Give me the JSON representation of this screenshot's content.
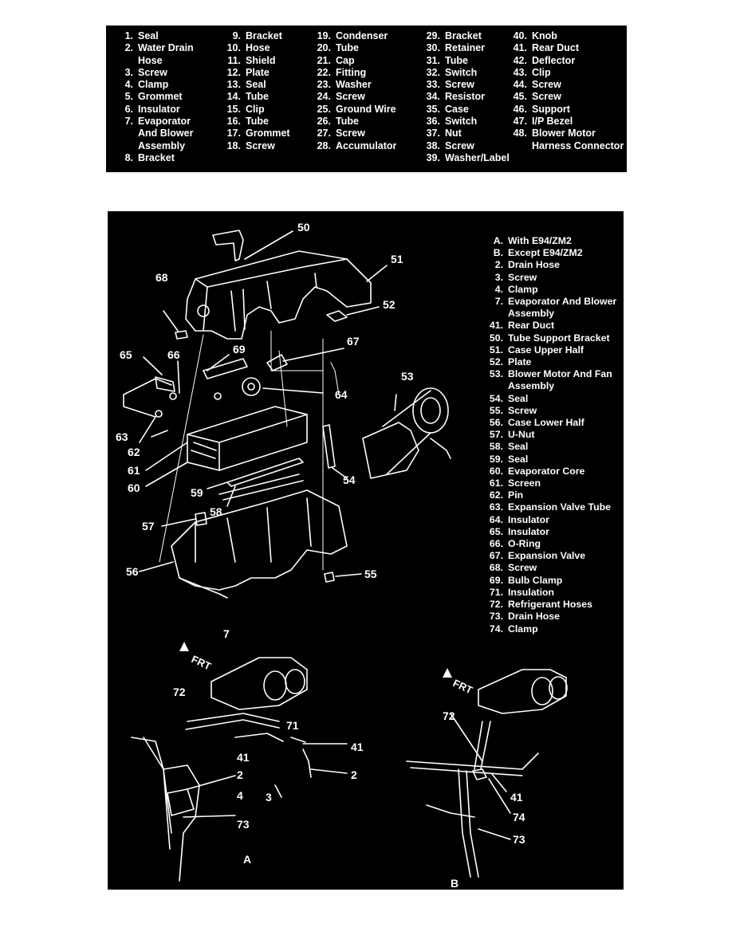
{
  "top_legend": {
    "columns": [
      [
        {
          "num": "1.",
          "text": "Seal"
        },
        {
          "num": "2.",
          "text": "Water Drain"
        },
        {
          "num": "",
          "text": "Hose"
        },
        {
          "num": "3.",
          "text": "Screw"
        },
        {
          "num": "4.",
          "text": "Clamp"
        },
        {
          "num": "5.",
          "text": "Grommet"
        },
        {
          "num": "6.",
          "text": "Insulator"
        },
        {
          "num": "7.",
          "text": "Evaporator"
        },
        {
          "num": "",
          "text": "And Blower"
        },
        {
          "num": "",
          "text": "Assembly"
        },
        {
          "num": "8.",
          "text": "Bracket"
        }
      ],
      [
        {
          "num": "9.",
          "text": "Bracket"
        },
        {
          "num": "10.",
          "text": "Hose"
        },
        {
          "num": "11.",
          "text": "Shield"
        },
        {
          "num": "12.",
          "text": "Plate"
        },
        {
          "num": "13.",
          "text": "Seal"
        },
        {
          "num": "14.",
          "text": "Tube"
        },
        {
          "num": "15.",
          "text": "Clip"
        },
        {
          "num": "16.",
          "text": "Tube"
        },
        {
          "num": "17.",
          "text": "Grommet"
        },
        {
          "num": "18.",
          "text": "Screw"
        }
      ],
      [
        {
          "num": "19.",
          "text": "Condenser"
        },
        {
          "num": "20.",
          "text": "Tube"
        },
        {
          "num": "21.",
          "text": "Cap"
        },
        {
          "num": "22.",
          "text": "Fitting"
        },
        {
          "num": "23.",
          "text": "Washer"
        },
        {
          "num": "24.",
          "text": "Screw"
        },
        {
          "num": "25.",
          "text": "Ground Wire"
        },
        {
          "num": "26.",
          "text": "Tube"
        },
        {
          "num": "27.",
          "text": "Screw"
        },
        {
          "num": "28.",
          "text": "Accumulator"
        }
      ],
      [
        {
          "num": "29.",
          "text": "Bracket"
        },
        {
          "num": "30.",
          "text": "Retainer"
        },
        {
          "num": "31.",
          "text": "Tube"
        },
        {
          "num": "32.",
          "text": "Switch"
        },
        {
          "num": "33.",
          "text": "Screw"
        },
        {
          "num": "34.",
          "text": "Resistor"
        },
        {
          "num": "35.",
          "text": "Case"
        },
        {
          "num": "36.",
          "text": "Switch"
        },
        {
          "num": "37.",
          "text": "Nut"
        },
        {
          "num": "38.",
          "text": "Screw"
        },
        {
          "num": "39.",
          "text": "Washer/Label"
        }
      ],
      [
        {
          "num": "40.",
          "text": "Knob"
        },
        {
          "num": "41.",
          "text": "Rear Duct"
        },
        {
          "num": "42.",
          "text": "Deflector"
        },
        {
          "num": "43.",
          "text": "Clip"
        },
        {
          "num": "44.",
          "text": "Screw"
        },
        {
          "num": "45.",
          "text": "Screw"
        },
        {
          "num": "46.",
          "text": "Support"
        },
        {
          "num": "47.",
          "text": "I/P Bezel"
        },
        {
          "num": "48.",
          "text": "Blower Motor"
        },
        {
          "num": "",
          "text": "Harness Connector"
        }
      ]
    ]
  },
  "right_legend": [
    {
      "num": "A.",
      "text": "With E94/ZM2"
    },
    {
      "num": "B.",
      "text": "Except E94/ZM2"
    },
    {
      "num": "2.",
      "text": "Drain Hose"
    },
    {
      "num": "3.",
      "text": "Screw"
    },
    {
      "num": "4.",
      "text": "Clamp"
    },
    {
      "num": "7.",
      "text": "Evaporator And Blower"
    },
    {
      "num": "",
      "text": "Assembly"
    },
    {
      "num": "41.",
      "text": "Rear Duct"
    },
    {
      "num": "50.",
      "text": "Tube Support Bracket"
    },
    {
      "num": "51.",
      "text": "Case Upper Half"
    },
    {
      "num": "52.",
      "text": "Plate"
    },
    {
      "num": "53.",
      "text": "Blower Motor And Fan"
    },
    {
      "num": "",
      "text": "Assembly"
    },
    {
      "num": "54.",
      "text": "Seal"
    },
    {
      "num": "55.",
      "text": "Screw"
    },
    {
      "num": "56.",
      "text": "Case Lower Half"
    },
    {
      "num": "57.",
      "text": "U-Nut"
    },
    {
      "num": "58.",
      "text": "Seal"
    },
    {
      "num": "59.",
      "text": "Seal"
    },
    {
      "num": "60.",
      "text": "Evaporator Core"
    },
    {
      "num": "61.",
      "text": "Screen"
    },
    {
      "num": "62.",
      "text": "Pin"
    },
    {
      "num": "63.",
      "text": "Expansion Valve Tube"
    },
    {
      "num": "64.",
      "text": "Insulator"
    },
    {
      "num": "65.",
      "text": "Insulator"
    },
    {
      "num": "66.",
      "text": "O-Ring"
    },
    {
      "num": "67.",
      "text": "Expansion Valve"
    },
    {
      "num": "68.",
      "text": "Screw"
    },
    {
      "num": "69.",
      "text": "Bulb Clamp"
    },
    {
      "num": "71.",
      "text": "Insulation"
    },
    {
      "num": "72.",
      "text": "Refrigerant Hoses"
    },
    {
      "num": "73.",
      "text": "Drain Hose"
    },
    {
      "num": "74.",
      "text": "Clamp"
    }
  ],
  "callouts": {
    "c50": "50",
    "c51": "51",
    "c52": "52",
    "c53": "53",
    "c54": "54",
    "c55": "55",
    "c56": "56",
    "c57": "57",
    "c58": "58",
    "c59": "59",
    "c60": "60",
    "c61": "61",
    "c62": "62",
    "c63": "63",
    "c64": "64",
    "c65": "65",
    "c66": "66",
    "c67": "67",
    "c68": "68",
    "c69": "69",
    "a7": "7",
    "a72": "72",
    "a71": "71",
    "a41": "41",
    "a41b": "41",
    "a2": "2",
    "a2b": "2",
    "a4": "4",
    "a3": "3",
    "a73": "73",
    "b72": "72",
    "b41": "41",
    "b74": "74",
    "b73": "73",
    "view_a": "A",
    "view_b": "B",
    "frt_a": "FRT",
    "frt_b": "FRT"
  }
}
